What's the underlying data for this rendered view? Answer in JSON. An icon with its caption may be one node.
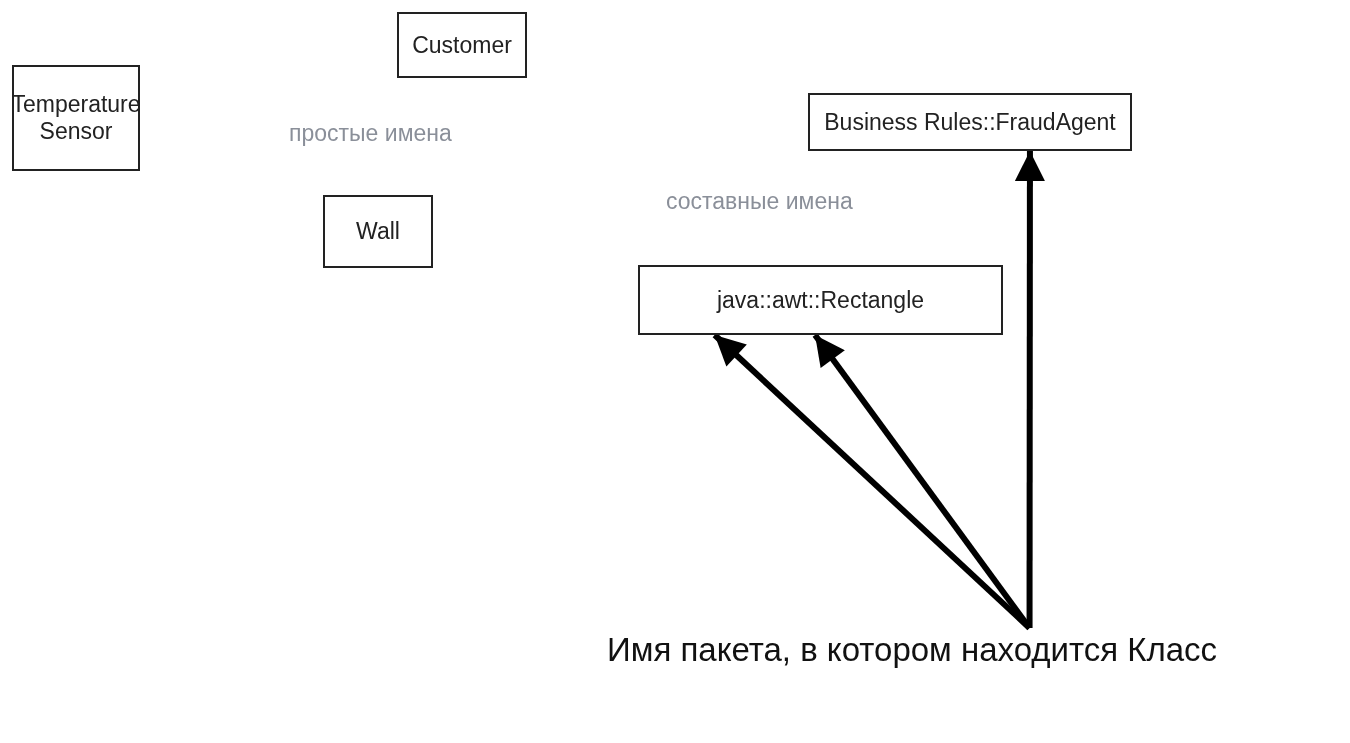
{
  "diagram": {
    "nodes": [
      {
        "text": [
          "Customer"
        ]
      },
      {
        "text": [
          "Temperature Sensor"
        ]
      },
      {
        "text": [
          "Wall"
        ]
      },
      {
        "text": [
          "Business Rules::FraudAgent"
        ]
      },
      {
        "text": [
          "java::awt::Rectangle"
        ]
      },
      {
        "text": [
          "Имя пакета, в котором находится Класс"
        ]
      }
    ],
    "edges": [
      {
        "from": 5,
        "to": 4,
        "arrow": "to"
      },
      {
        "from": 5,
        "to": 4,
        "arrow": "to"
      },
      {
        "from": 5,
        "to": 3,
        "arrow": "to"
      }
    ],
    "labels": [
      "простые имена",
      "составные имена"
    ]
  }
}
